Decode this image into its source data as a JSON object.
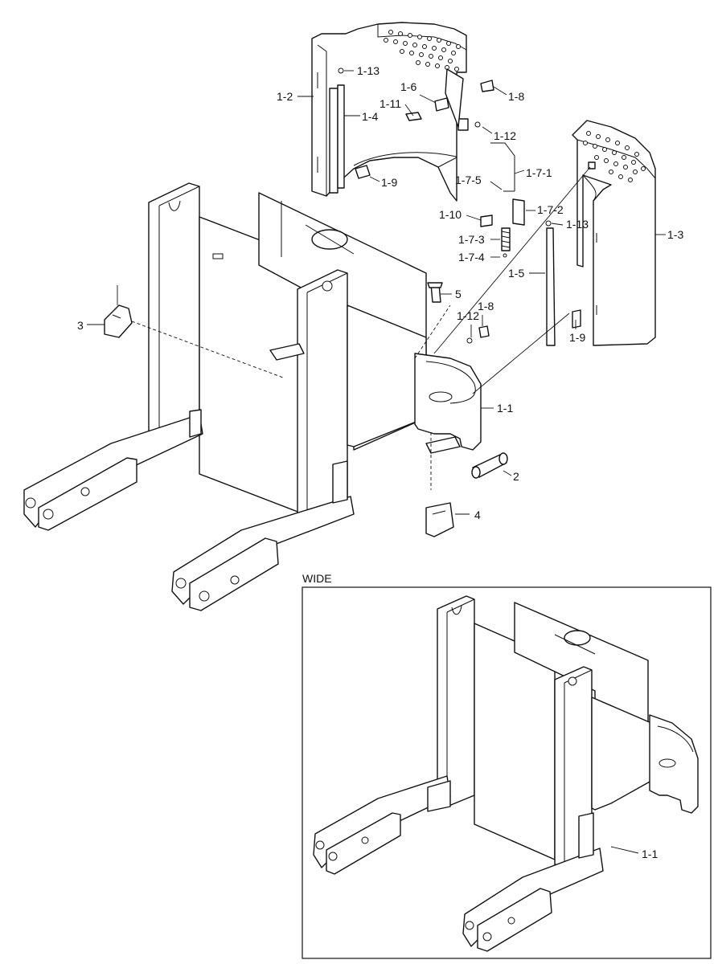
{
  "inset": {
    "title": "WIDE"
  },
  "callouts": {
    "c1_13a": "1-13",
    "c1_2": "1-2",
    "c1_6": "1-6",
    "c1_8a": "1-8",
    "c1_11": "1-11",
    "c1_4": "1-4",
    "c1_12a": "1-12",
    "c1_9a": "1-9",
    "c1_7_5": "1-7-5",
    "c1_7_1": "1-7-1",
    "c1_10": "1-10",
    "c1_7_2": "1-7-2",
    "c1_13b": "1-13",
    "c1_3": "1-3",
    "c1_7_3": "1-7-3",
    "c1_7_4": "1-7-4",
    "c1_5": "1-5",
    "c5": "5",
    "c3": "3",
    "c1_8b": "1-8",
    "c1_12b": "1-12",
    "c1_9b": "1-9",
    "c1_1a": "1-1",
    "c2": "2",
    "c4": "4",
    "c1_1b": "1-1"
  }
}
